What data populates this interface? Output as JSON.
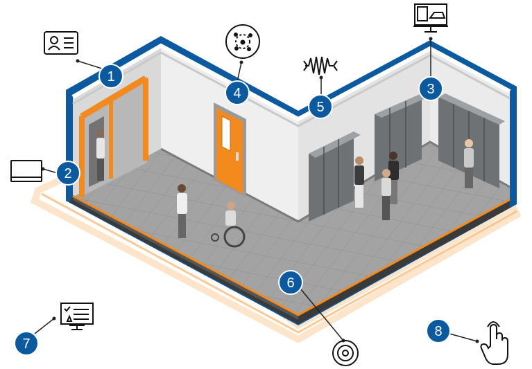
{
  "colors": {
    "accent_blue": "#0b5aa0",
    "orange": "#f28a1e",
    "wall": "#e8e8e8",
    "floor": "#9c9c9c",
    "locker": "#6f7275"
  },
  "callouts": [
    {
      "number": "1",
      "icon": "id-card-icon"
    },
    {
      "number": "2",
      "icon": "monitor-icon"
    },
    {
      "number": "3",
      "icon": "camera-display-icon"
    },
    {
      "number": "4",
      "icon": "sensor-dome-icon"
    },
    {
      "number": "5",
      "icon": "sound-wave-icon"
    },
    {
      "number": "6",
      "icon": "speaker-target-icon"
    },
    {
      "number": "7",
      "icon": "checklist-alert-monitor-icon"
    },
    {
      "number": "8",
      "icon": "touch-hand-icon"
    }
  ]
}
